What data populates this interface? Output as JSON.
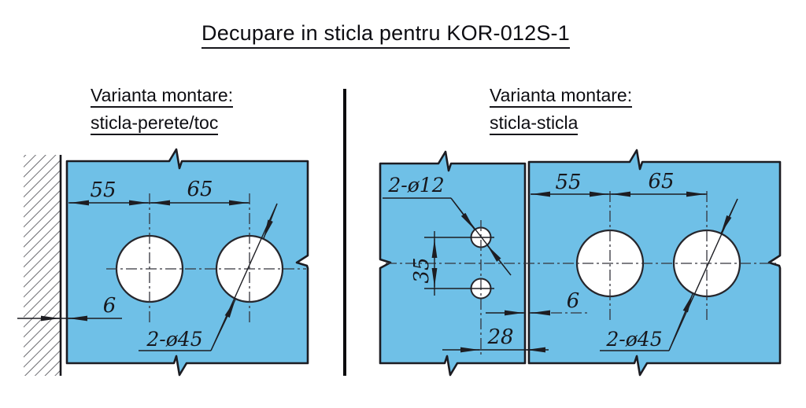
{
  "title": "Decupare in sticla pentru KOR-012S-1",
  "left_variant": {
    "line1": "Varianta montare:",
    "line2": "sticla-perete/toc"
  },
  "right_variant": {
    "line1": "Varianta montare:",
    "line2": "sticla-sticla"
  },
  "left_diagram": {
    "dim_55": "55",
    "dim_65": "65",
    "dim_wall_gap": "6",
    "holes_label": "2-ø45"
  },
  "right_diagram": {
    "small_panel": {
      "holes_label": "2-ø12",
      "dim_hole_spacing": "35",
      "dim_edge_offset": "28"
    },
    "dim_panel_gap": "6",
    "big_panel": {
      "dim_55": "55",
      "dim_65": "65",
      "holes_label": "2-ø45"
    }
  },
  "colors": {
    "glass": "#6fc0e7",
    "outline": "#1c1c22",
    "dim_text": "#17171c",
    "hatch": "#4a4a50"
  }
}
